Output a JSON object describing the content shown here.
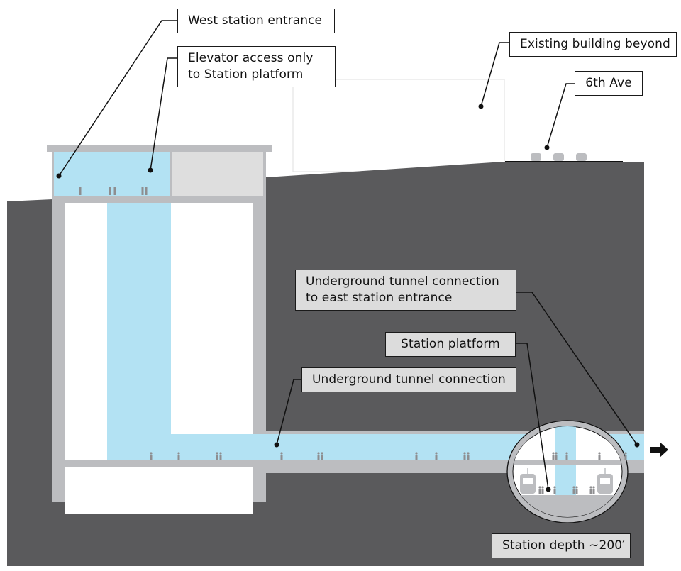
{
  "diagram": {
    "title": "Station cross-section",
    "colors": {
      "ground": "#5a5a5c",
      "structure": "#bcbdc0",
      "public_space": "#b3e2f3",
      "interior": "#ffffff",
      "room": "#dedede",
      "people": "#8e8e90",
      "leader": "#111111"
    },
    "callouts": [
      {
        "id": "west-entrance",
        "text": "West station entrance"
      },
      {
        "id": "elevator-access",
        "text": "Elevator access only\nto Station platform"
      },
      {
        "id": "existing-building",
        "text": "Existing building beyond"
      },
      {
        "id": "sixth-ave",
        "text": "6th Ave"
      },
      {
        "id": "tunnel-east",
        "text": "Underground tunnel connection\nto east station entrance"
      },
      {
        "id": "station-platform",
        "text": "Station platform"
      },
      {
        "id": "tunnel-connection",
        "text": "Underground tunnel connection"
      },
      {
        "id": "station-depth",
        "text": "Station depth ~200′"
      }
    ],
    "direction_arrow": "right-arrow-icon"
  }
}
